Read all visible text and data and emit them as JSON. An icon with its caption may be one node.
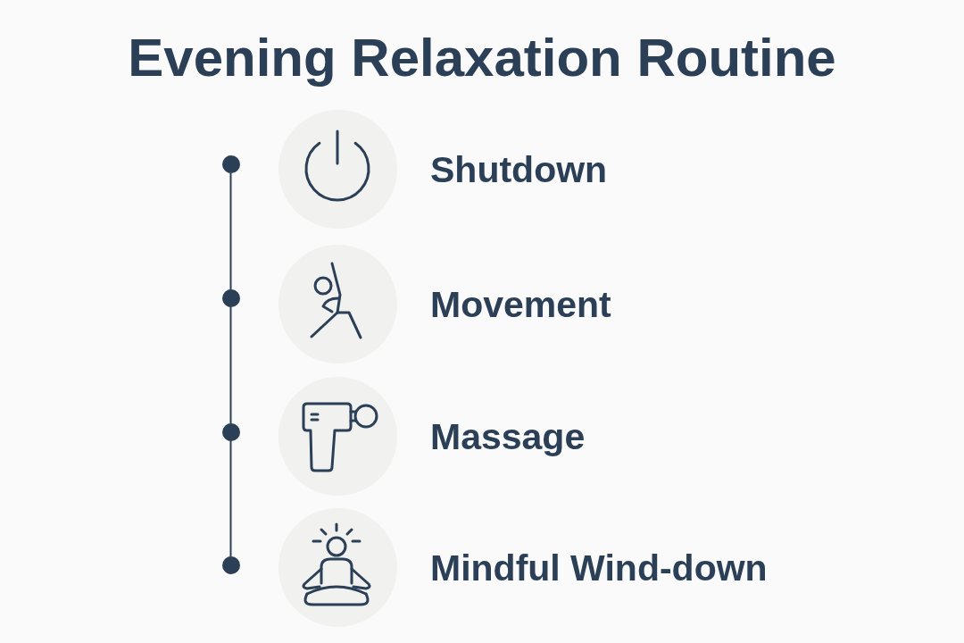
{
  "diagram": {
    "title": "Evening Relaxation Routine",
    "nodes": [
      {
        "text": [],
        "shape": "circle"
      },
      {
        "text": [],
        "shape": "circle",
        "beside": [
          "Shutdown"
        ]
      },
      {
        "text": [],
        "shape": "circle"
      },
      {
        "text": [],
        "shape": "circle",
        "beside": [
          "Movement"
        ]
      },
      {
        "text": [],
        "shape": "circle"
      },
      {
        "text": [],
        "shape": "circle",
        "beside": [
          "Massage"
        ]
      },
      {
        "text": [],
        "shape": "circle"
      },
      {
        "text": [],
        "shape": "circle",
        "beside": [
          "Mindful Wind-down"
        ]
      }
    ],
    "edges": [
      {
        "from": 0,
        "to": 2,
        "arrow": "none"
      },
      {
        "from": 2,
        "to": 4,
        "arrow": "none"
      },
      {
        "from": 4,
        "to": 6,
        "arrow": "none"
      }
    ]
  }
}
